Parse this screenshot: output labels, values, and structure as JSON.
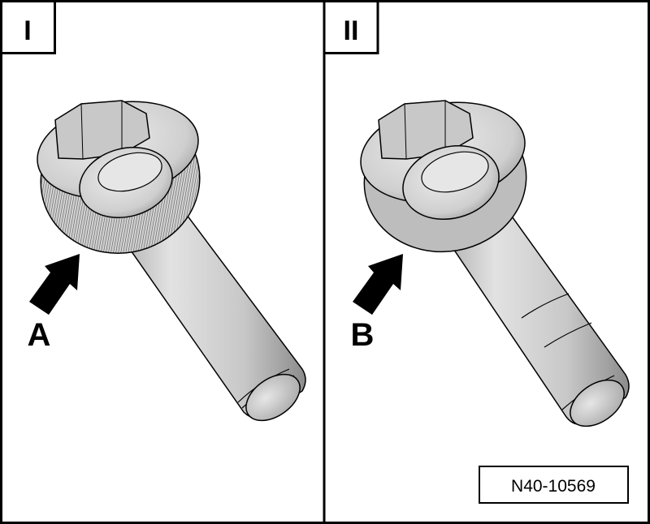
{
  "panels": [
    {
      "label": "I",
      "callout": "A"
    },
    {
      "label": "II",
      "callout": "B"
    }
  ],
  "figure_code": "N40-10569",
  "colors": {
    "line": "#000000",
    "metal_light": "#e4e4e4",
    "metal_mid": "#c4c4c4",
    "metal_dark": "#8e8e8e",
    "arrow": "#000000"
  }
}
